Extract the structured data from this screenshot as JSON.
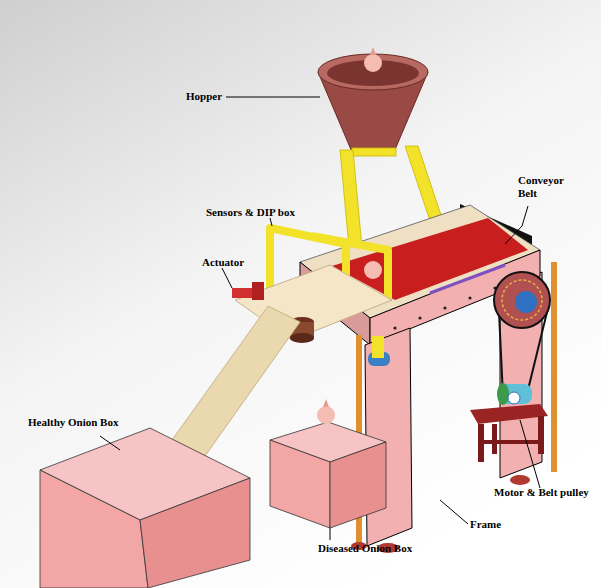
{
  "diagram": {
    "labels": [
      "Hopper",
      "Conveyor Belt",
      "Sensors & DIP box",
      "Actuator",
      "Healthy Onion Box",
      "Diseased Onion Box",
      "Frame",
      "Motor & Belt pulley"
    ]
  }
}
